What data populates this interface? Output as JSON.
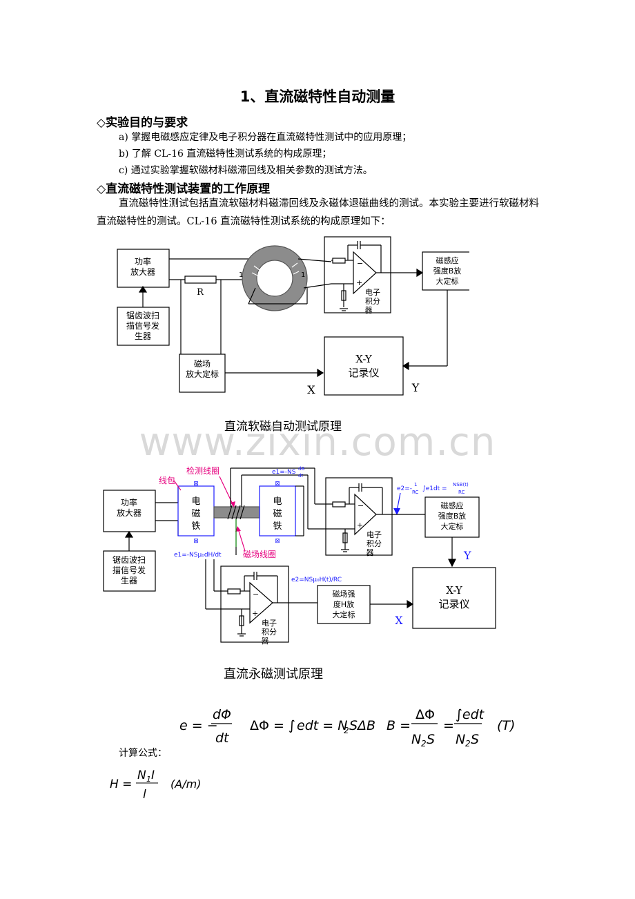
{
  "title": "1、直流磁特性自动测量",
  "section1": {
    "heading": "◇实验目的与要求",
    "items": [
      "a)  掌握电磁感应定律及电子积分器在直流磁特性测试中的应用原理；",
      "b)  了解 CL-16 直流磁特性测试系统的构成原理；",
      "c)  通过实验掌握软磁材料磁滞回线及相关参数的测试方法。"
    ]
  },
  "section2": {
    "heading": "◇直流磁特性测试装置的工作原理",
    "paragraph": "直流磁特性测试包括直流软磁材料磁滞回线及永磁体退磁曲线的测试。本实验主要进行软磁材料直流磁特性的测试。CL-16 直流磁特性测试系统的构成原理如下："
  },
  "diagram1": {
    "power_amp": [
      "功率",
      "放大器"
    ],
    "sawtooth": [
      "锯齿波扫",
      "描信号发",
      "生器"
    ],
    "resistor": "R",
    "coil_mark_left": "1",
    "coil_mark_right": "1",
    "integrator": [
      "电子",
      "积分",
      "器"
    ],
    "b_amp": [
      "磁感应",
      "强度B放",
      "大定标"
    ],
    "h_amp": [
      "磁场",
      "放大定标"
    ],
    "xy": [
      "X-Y",
      "记录仪"
    ],
    "x_label": "X",
    "y_label": "Y",
    "caption": "直流软磁自动测试原理"
  },
  "watermark": "www.zixin.com.cn",
  "diagram2": {
    "coil_pack": "线包",
    "detect_coil": "检测线圈",
    "field_coil": "磁场线圈",
    "electromagnet": [
      "电",
      "磁",
      "铁"
    ],
    "power_amp": [
      "功率",
      "放大器"
    ],
    "sawtooth": [
      "锯齿波扫",
      "描信号发",
      "生器"
    ],
    "e1_top": "e1=-NS",
    "e1_top_frac": [
      "dB",
      "dt"
    ],
    "e2_top": "e2=-",
    "e2_frac1": [
      "1",
      "RC"
    ],
    "e2_mid": "∫e1dt =",
    "e2_frac2": [
      "NSB(t)",
      "RC"
    ],
    "e1_bottom": "e1=-NSμ₀dH/dt",
    "e2_bottom": "e2=NSμ₀H(t)/RC",
    "integrator": [
      "电子",
      "积分",
      "器"
    ],
    "b_amp": [
      "磁感应",
      "强度B放",
      "大定标"
    ],
    "h_amp": [
      "磁场强",
      "度H放",
      "大定标"
    ],
    "xy": [
      "X-Y",
      "记录仪"
    ],
    "x_label": "X",
    "y_label": "Y",
    "caption": "直流永磁测试原理"
  },
  "formulas": {
    "calc_label": "计算公式：",
    "unit_T": "(T)",
    "unit_Am": "(A/m)"
  },
  "colors": {
    "pink": "#e6007e",
    "blue": "#1a1aff",
    "green": "#008000",
    "gray_core": "#8c8c8c"
  }
}
